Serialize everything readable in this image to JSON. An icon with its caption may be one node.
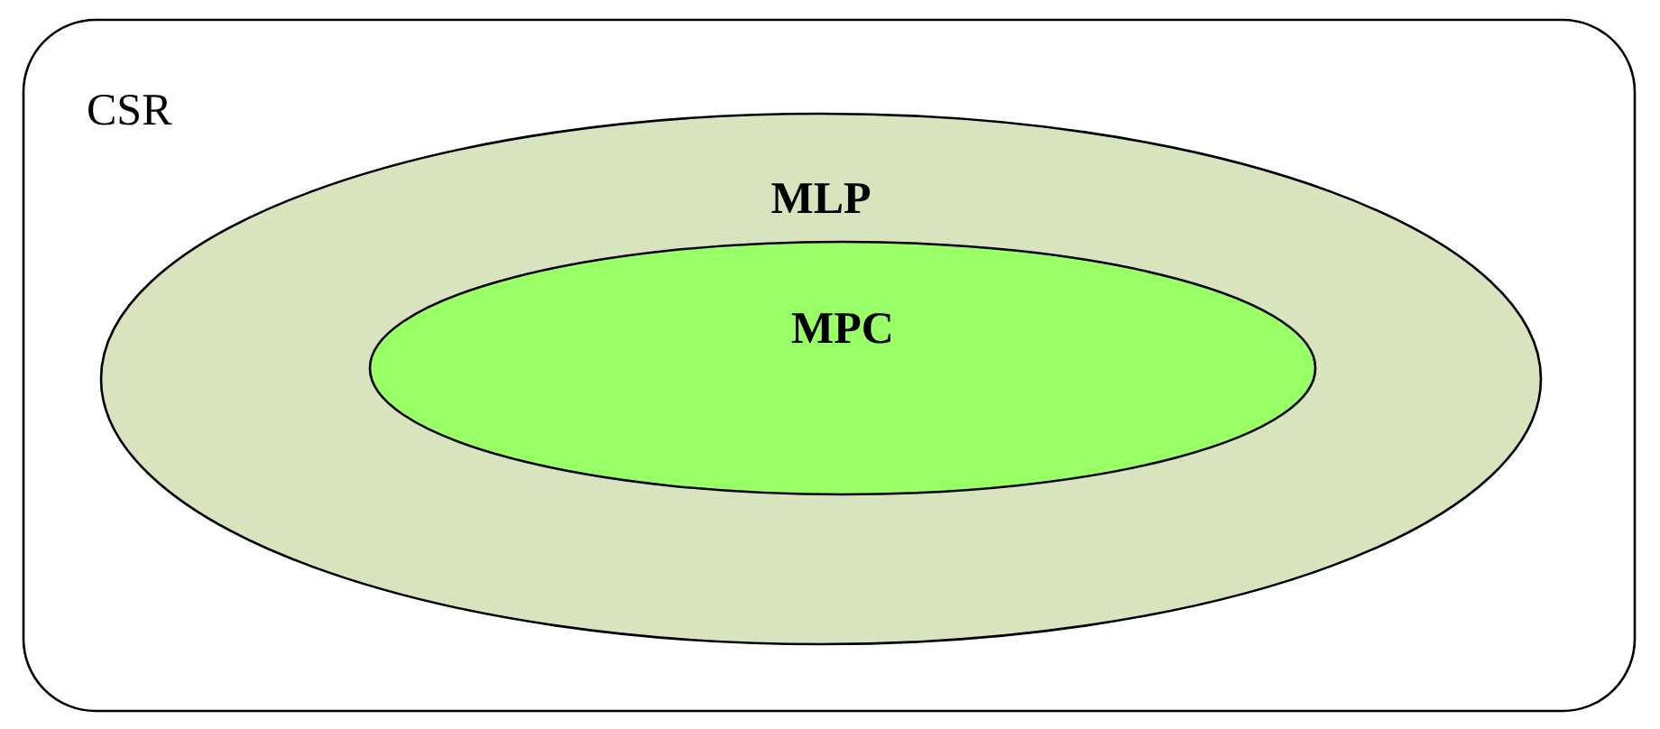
{
  "diagram": {
    "nodes": [
      {
        "text": [
          "CSR"
        ]
      },
      {
        "text": [
          "MLP"
        ],
        "in": 0
      },
      {
        "text": [
          "MPC"
        ],
        "in": 1
      }
    ]
  }
}
